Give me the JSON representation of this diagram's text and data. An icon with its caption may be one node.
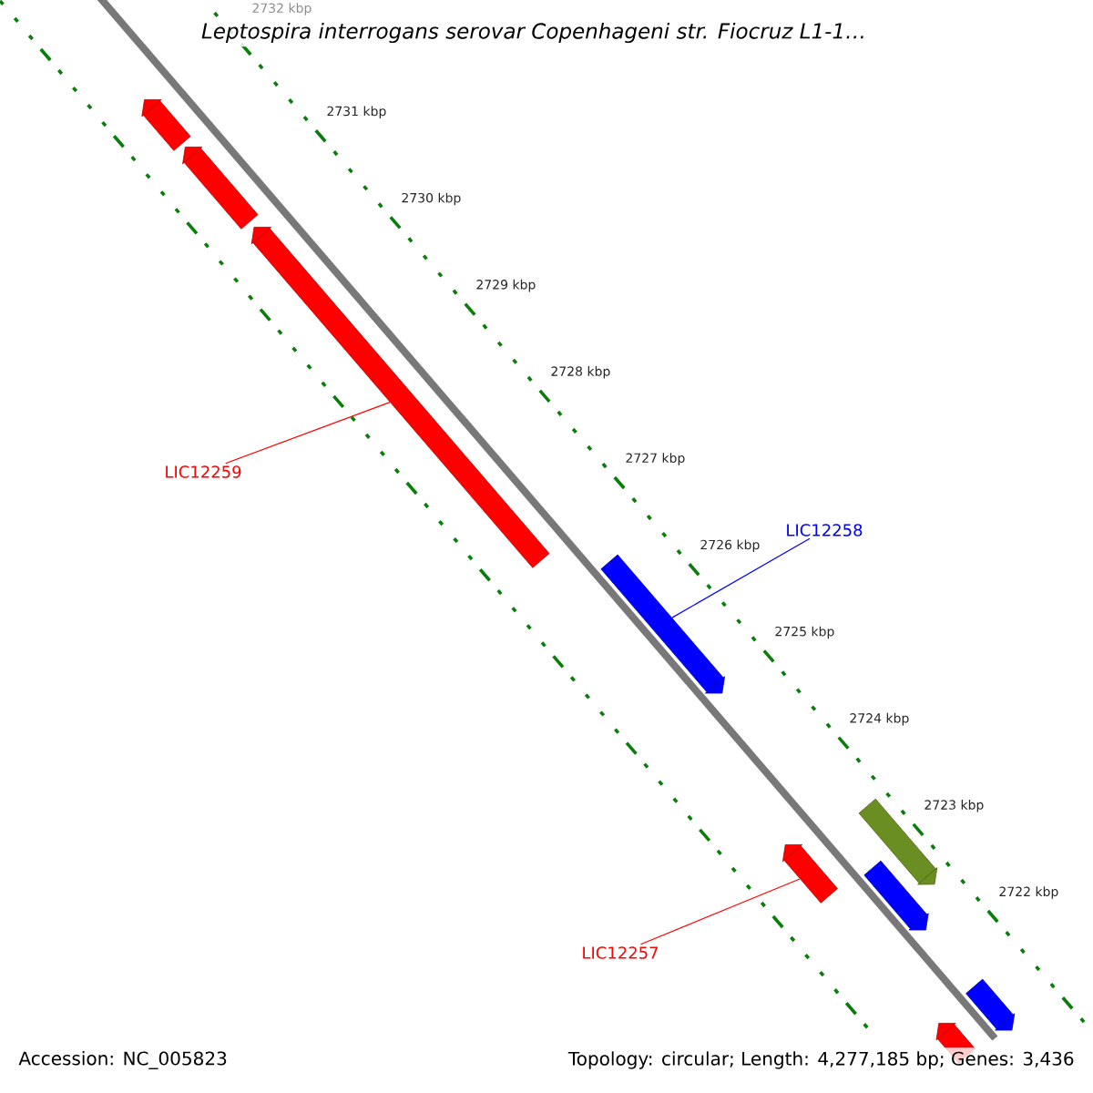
{
  "diagram": {
    "title": "Leptospira interrogans serovar Copenhageni str. Fiocruz L1-1…",
    "nodes": [
      {
        "text": [],
        "shape": "arrow"
      },
      {
        "text": [],
        "shape": "arrow"
      },
      {
        "text": [],
        "shape": "arrow"
      },
      {
        "text": [
          "LIC12259"
        ]
      },
      {
        "text": [
          "LIC12258"
        ]
      },
      {
        "text": [],
        "shape": "arrow"
      },
      {
        "text": [],
        "shape": "arrow"
      },
      {
        "text": [],
        "shape": "arrow"
      },
      {
        "text": [],
        "shape": "arrow"
      },
      {
        "text": [
          "LIC12257"
        ]
      },
      {
        "text": [],
        "shape": "arrow"
      },
      {
        "text": [],
        "shape": "arrow"
      }
    ],
    "edges": [
      {
        "from": 3,
        "to": 2,
        "arrow": "none",
        "color": "#ff0000"
      },
      {
        "from": 4,
        "to": 5,
        "arrow": "none",
        "color": "#0000ff"
      },
      {
        "from": 9,
        "to": 6,
        "arrow": "none",
        "color": "#ff0000"
      }
    ],
    "labels": [
      "2732 kbp",
      "2731 kbp",
      "2730 kbp",
      "2729 kbp",
      "2728 kbp",
      "2727 kbp",
      "2726 kbp",
      "2725 kbp",
      "2724 kbp",
      "2723 kbp",
      "2722 kbp",
      "Accession: NC_005823",
      "Topology: circular; Length: 4,277,185 bp; Genes: 3,436"
    ]
  }
}
